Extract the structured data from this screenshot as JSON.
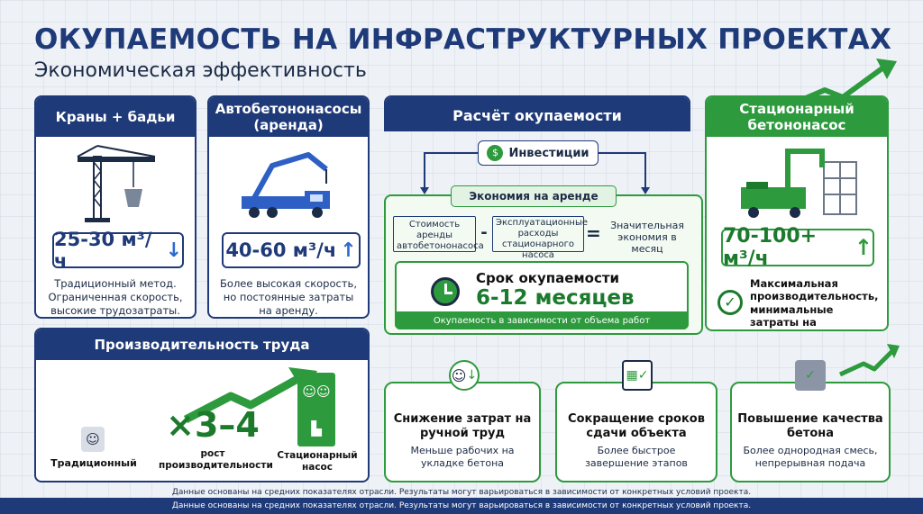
{
  "header": {
    "title": "ОКУПАЕМОСТЬ НА ИНФРАСТРУКТУРНЫХ ПРОЕКТАХ",
    "subtitle": "Экономическая эффективность"
  },
  "cards": {
    "cranes": {
      "title": "Краны + бадьи",
      "speed": "25-30 м³/ч",
      "desc": "Традиционный метод. Ограниченная скорость, высокие трудозатраты."
    },
    "truck_pumps": {
      "title": "Автобетононасосы (аренда)",
      "speed": "40-60 м³/ч",
      "desc": "Более высокая скорость, но постоянные затраты на аренду."
    },
    "stationary": {
      "title": "Стационарный бетононасос",
      "speed": "70-100+ м³/ч",
      "desc": "Максимальная производительность, минимальные затраты на кубометр."
    }
  },
  "payback": {
    "title": "Расчёт окупаемости",
    "investments": "Инвестиции",
    "rent_savings": "Экономия на аренде",
    "term1": "Стоимость аренды автобетононасоса",
    "minus": "-",
    "term2": "Эксплуатационные расходы стационарного насоса",
    "equals": "=",
    "result": "Значительная экономия в месяц",
    "period_label": "Срок окупаемости",
    "period_value": "6-12 месяцев",
    "period_note": "Окупаемость в зависимости от объема работ"
  },
  "productivity": {
    "title": "Производительность труда",
    "traditional": "Традиционный",
    "multiplier": "×3–4",
    "growth_label": "рост производительности",
    "stationary": "Стационарный насос"
  },
  "features": [
    {
      "title": "Снижение затрат на ручной труд",
      "desc": "Меньше рабочих на укладке бетона",
      "icon": "worker-down-icon"
    },
    {
      "title": "Сокращение сроков сдачи объекта",
      "desc": "Более быстрое завершение этапов",
      "icon": "calendar-check-icon"
    },
    {
      "title": "Повышение качества бетона",
      "desc": "Более однородная смесь, непрерывная подача",
      "icon": "concrete-shield-icon"
    }
  ],
  "footnote": "Данные основаны на средних показателях отрасли. Результаты могут варьироваться в зависимости от конкретных условий проекта.",
  "bottom_note": "Данные основаны на средних показателях отрасли. Результаты могут варьироваться в зависимости от конкретных условий проекта.",
  "colors": {
    "navy": "#1f3a78",
    "green": "#2e9a3e",
    "background": "#eef2f7"
  }
}
